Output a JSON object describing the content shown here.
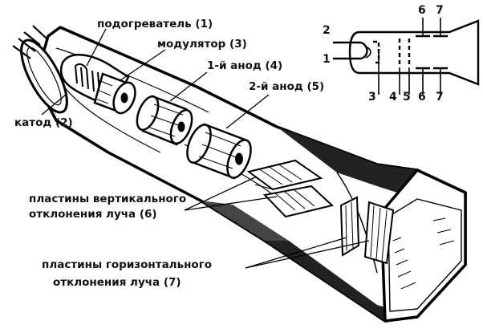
{
  "labels": {
    "heater": "подогреватель (1)",
    "modulator": "модулятор (3)",
    "anode1": "1-й анод (4)",
    "anode2": "2-й анод (5)",
    "cathode": "катод (2)",
    "vertical_line1": "пластины вертикального",
    "vertical_line2": "отклонения луча (6)",
    "horizontal_line1": "пластины горизонтального",
    "horizontal_line2": "отклонения луча (7)"
  },
  "schematic": {
    "top_6": "6",
    "top_7": "7",
    "left_2": "2",
    "left_1": "1",
    "bottom_3": "3",
    "bottom_4": "4",
    "bottom_5": "5",
    "bottom_6": "6",
    "bottom_7": "7"
  }
}
